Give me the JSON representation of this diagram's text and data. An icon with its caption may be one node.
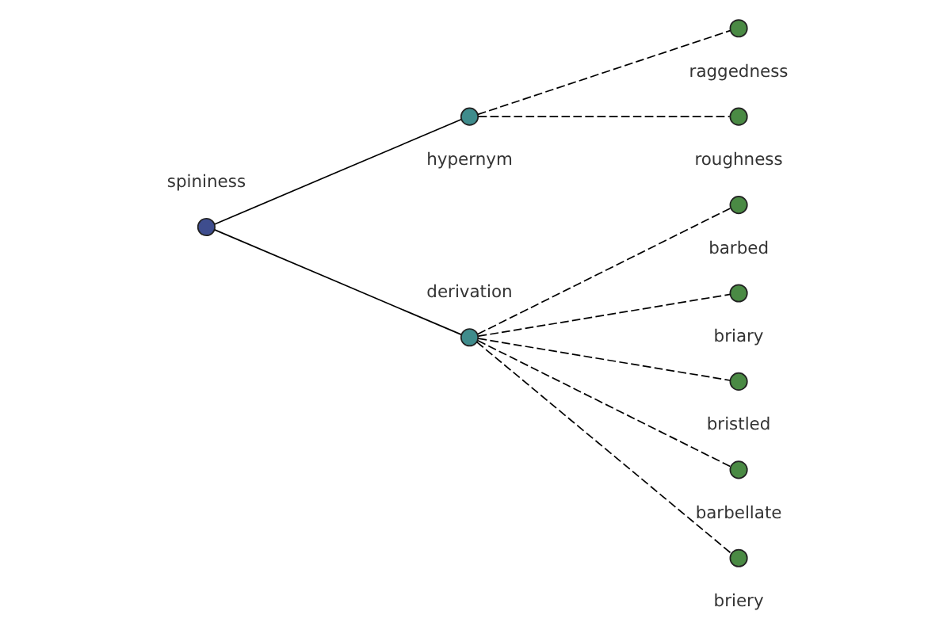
{
  "diagram": {
    "nodes": [
      {
        "text": [],
        "shape": "circle",
        "beside": [
          "barbed"
        ]
      },
      {
        "text": [],
        "shape": "circle",
        "beside": [
          "briary"
        ]
      },
      {
        "text": [],
        "shape": "circle",
        "beside": [
          "bristled"
        ]
      },
      {
        "text": [],
        "shape": "circle",
        "beside": [
          "raggedness"
        ]
      },
      {
        "text": [],
        "shape": "circle",
        "beside": [
          "derivation"
        ]
      },
      {
        "text": [],
        "shape": "circle",
        "beside": [
          "spininess"
        ]
      },
      {
        "text": [],
        "shape": "circle",
        "beside": [
          "hypernym"
        ]
      },
      {
        "text": [],
        "shape": "circle",
        "beside": [
          "roughness"
        ]
      },
      {
        "text": [],
        "shape": "circle",
        "beside": [
          "barbellate"
        ]
      },
      {
        "text": [],
        "shape": "circle",
        "beside": [
          "briery"
        ]
      }
    ],
    "edges": [
      {
        "from": 5,
        "to": 6,
        "arrow": "none"
      },
      {
        "from": 5,
        "to": 4,
        "arrow": "none"
      },
      {
        "from": 6,
        "to": 3,
        "arrow": "none",
        "style": "dashed"
      },
      {
        "from": 6,
        "to": 7,
        "arrow": "none",
        "style": "dashed"
      },
      {
        "from": 4,
        "to": 0,
        "arrow": "none",
        "style": "dashed"
      },
      {
        "from": 4,
        "to": 2,
        "arrow": "none",
        "style": "dashed"
      },
      {
        "from": 4,
        "to": 1,
        "arrow": "none",
        "style": "dashed"
      },
      {
        "from": 4,
        "to": 8,
        "arrow": "none",
        "style": "dashed"
      },
      {
        "from": 4,
        "to": 9,
        "arrow": "none",
        "style": "dashed"
      }
    ]
  }
}
